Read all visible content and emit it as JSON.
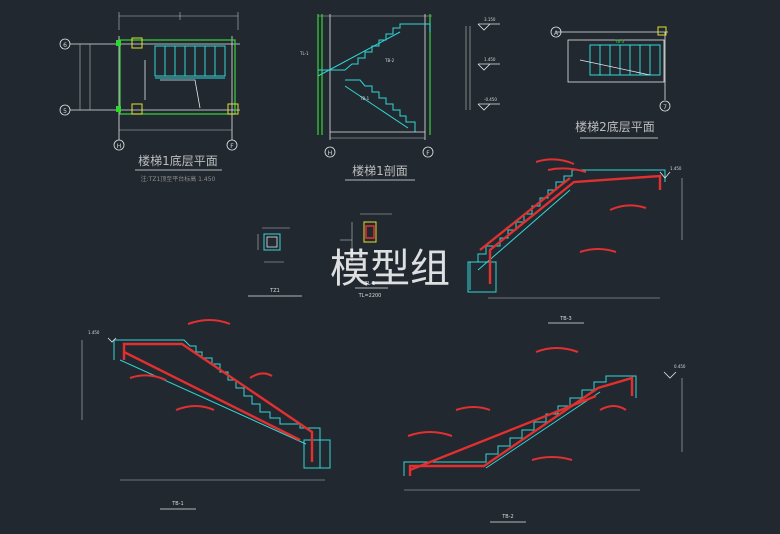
{
  "drawing": {
    "plan1": {
      "title": "楼梯1底层平面",
      "note": "注:TZ1顶至平台标高 1.450",
      "axes": [
        "6",
        "5",
        "H",
        "F"
      ]
    },
    "section1": {
      "title": "楼梯1剖面",
      "axes": [
        "H",
        "F"
      ],
      "labels": [
        "TL-1",
        "TB-2",
        "TB-1"
      ]
    },
    "plan2": {
      "title": "楼梯2底层平面",
      "axes": [
        "A",
        "7"
      ],
      "labels": [
        "TB-3"
      ]
    },
    "elev": {
      "levels": [
        "3.150",
        "1.450",
        "-0.450"
      ]
    },
    "details": {
      "tz1": "TZ1",
      "tl1": "TL-1",
      "tl1_note": "TL=2200"
    },
    "tb3": {
      "title": "TB-3",
      "level": "1.450"
    },
    "tb1": {
      "title": "TB-1",
      "level": "1.450"
    },
    "tb2": {
      "title": "TB-2",
      "level": "0.450"
    },
    "watermark": "模型组"
  }
}
